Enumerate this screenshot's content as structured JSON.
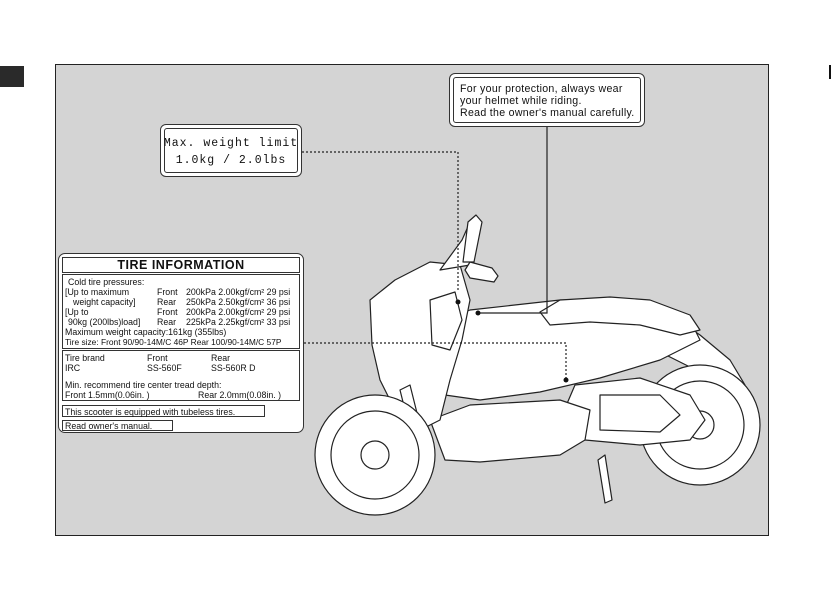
{
  "weight_label": {
    "line1": "Max. weight limit",
    "line2": "1.0kg / 2.0lbs"
  },
  "helmet_label": {
    "line1": "For your protection, always wear",
    "line2": "your helmet while riding.",
    "line3": "Read the owner's manual carefully."
  },
  "tire_info": {
    "title": "TIRE INFORMATION",
    "cold_pressures": "Cold tire pressures:",
    "up_to_max": "[Up to maximum",
    "weight_capacity": "weight capacity]",
    "up_to": "[Up to",
    "load_90kg": "90kg (200lbs)load]",
    "front": "Front",
    "rear": "Rear",
    "p_front_max": "200kPa 2.00kgf/cm² 29 psi",
    "p_rear_max": "250kPa 2.50kgf/cm² 36 psi",
    "p_front_90": "200kPa 2.00kgf/cm² 29 psi",
    "p_rear_90": "225kPa 2.25kgf/cm² 33 psi",
    "max_capacity": "Maximum weight capacity:161kg (355lbs)",
    "tire_size": "Tire size: Front 90/90-14M/C 46P Rear 100/90-14M/C 57P",
    "brand_header": "Tire brand",
    "front_header": "Front",
    "rear_header": "Rear",
    "brand": "IRC",
    "front_model": "SS-560F",
    "rear_model": "SS-560R D",
    "tread_title": "Min. recommend tire center tread depth:",
    "tread_front": "Front 1.5mm(0.06in. )",
    "tread_rear": "Rear 2.0mm(0.08in. )",
    "tubeless": "This scooter is equipped with tubeless tires.",
    "read_manual": "Read owner's manual."
  }
}
